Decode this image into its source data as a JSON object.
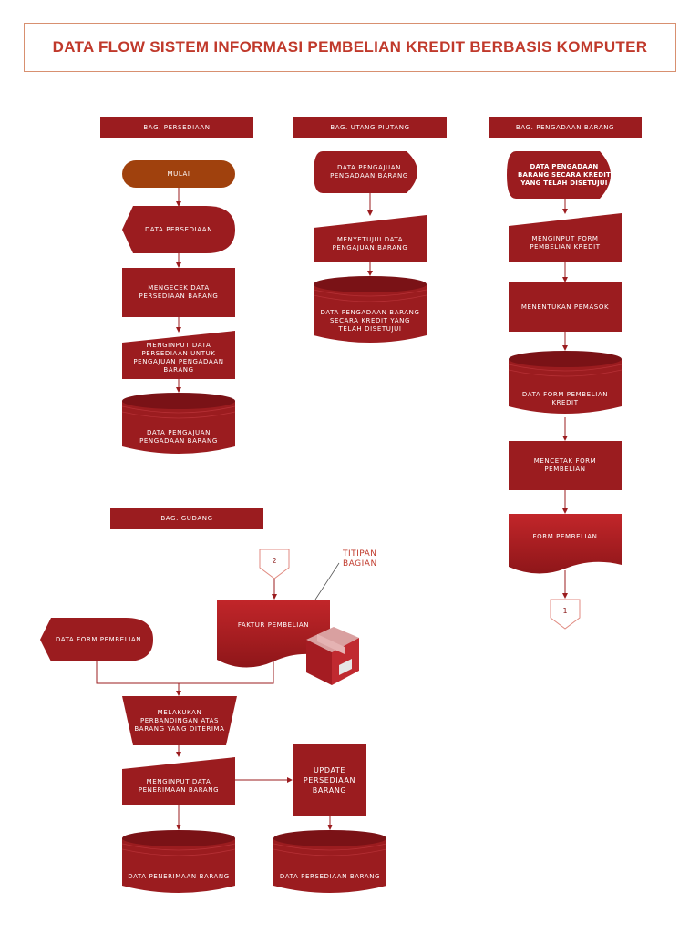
{
  "title": "DATA FLOW SISTEM INFORMASI PEMBELIAN KREDIT BERBASIS KOMPUTER",
  "lanes": {
    "persediaan": "BAG. PERSEDIAAN",
    "utang": "BAG. UTANG PIUTANG",
    "pengadaan": "BAG. PENGADAAN BARANG",
    "gudang": "BAG. GUDANG"
  },
  "persediaan": {
    "mulai": "MULAI",
    "data_persediaan": "DATA PERSEDIAAN",
    "mengecek": "MENGECEK DATA PERSEDIAAN BARANG",
    "menginput": "MENGINPUT DATA PERSEDIAAN UNTUK PENGAJUAN PENGADAAN BARANG",
    "db_pengajuan": "DATA PENGAJUAN PENGADAAN BARANG"
  },
  "utang": {
    "doc_pengajuan": "DATA PENGAJUAN PENGADAAN BARANG",
    "menyetujui": "MENYETUJUI DATA PENGAJUAN BARANG",
    "db_disetujui": "DATA PENGADAAN BARANG SECARA KREDIT YANG TELAH DISETUJUI"
  },
  "pengadaan": {
    "doc_disetujui": "DATA PENGADAAN BARANG SECARA KREDIT YANG TELAH DISETUJUI",
    "menginput_form": "MENGINPUT FORM PEMBELIAN KREDIT",
    "menentukan": "MENENTUKAN PEMASOK",
    "db_form": "DATA FORM PEMBELIAN KREDIT",
    "mencetak": "MENCETAK FORM PEMBELIAN",
    "form_pembelian": "FORM PEMBELIAN",
    "connector": "1"
  },
  "gudang": {
    "connector": "2",
    "note": "TITIPAN BAGIAN",
    "faktur": "FAKTUR PEMBELIAN",
    "data_form": "DATA FORM PEMBELIAN",
    "melakukan": "MELAKUKAN PERBANDINGAN ATAS BARANG YANG DITERIMA",
    "menginput_penerimaan": "MENGINPUT DATA PENERIMAAN BARANG",
    "update": "UPDATE PERSEDIAAN BARANG",
    "db_penerimaan": "DATA PENERIMAAN BARANG",
    "db_persediaan": "DATA PERSEDIAAN BARANG"
  },
  "colors": {
    "main": "#9b1c1f",
    "dark": "#7a1216",
    "start": "#a0410d",
    "accent": "#c0392b"
  }
}
